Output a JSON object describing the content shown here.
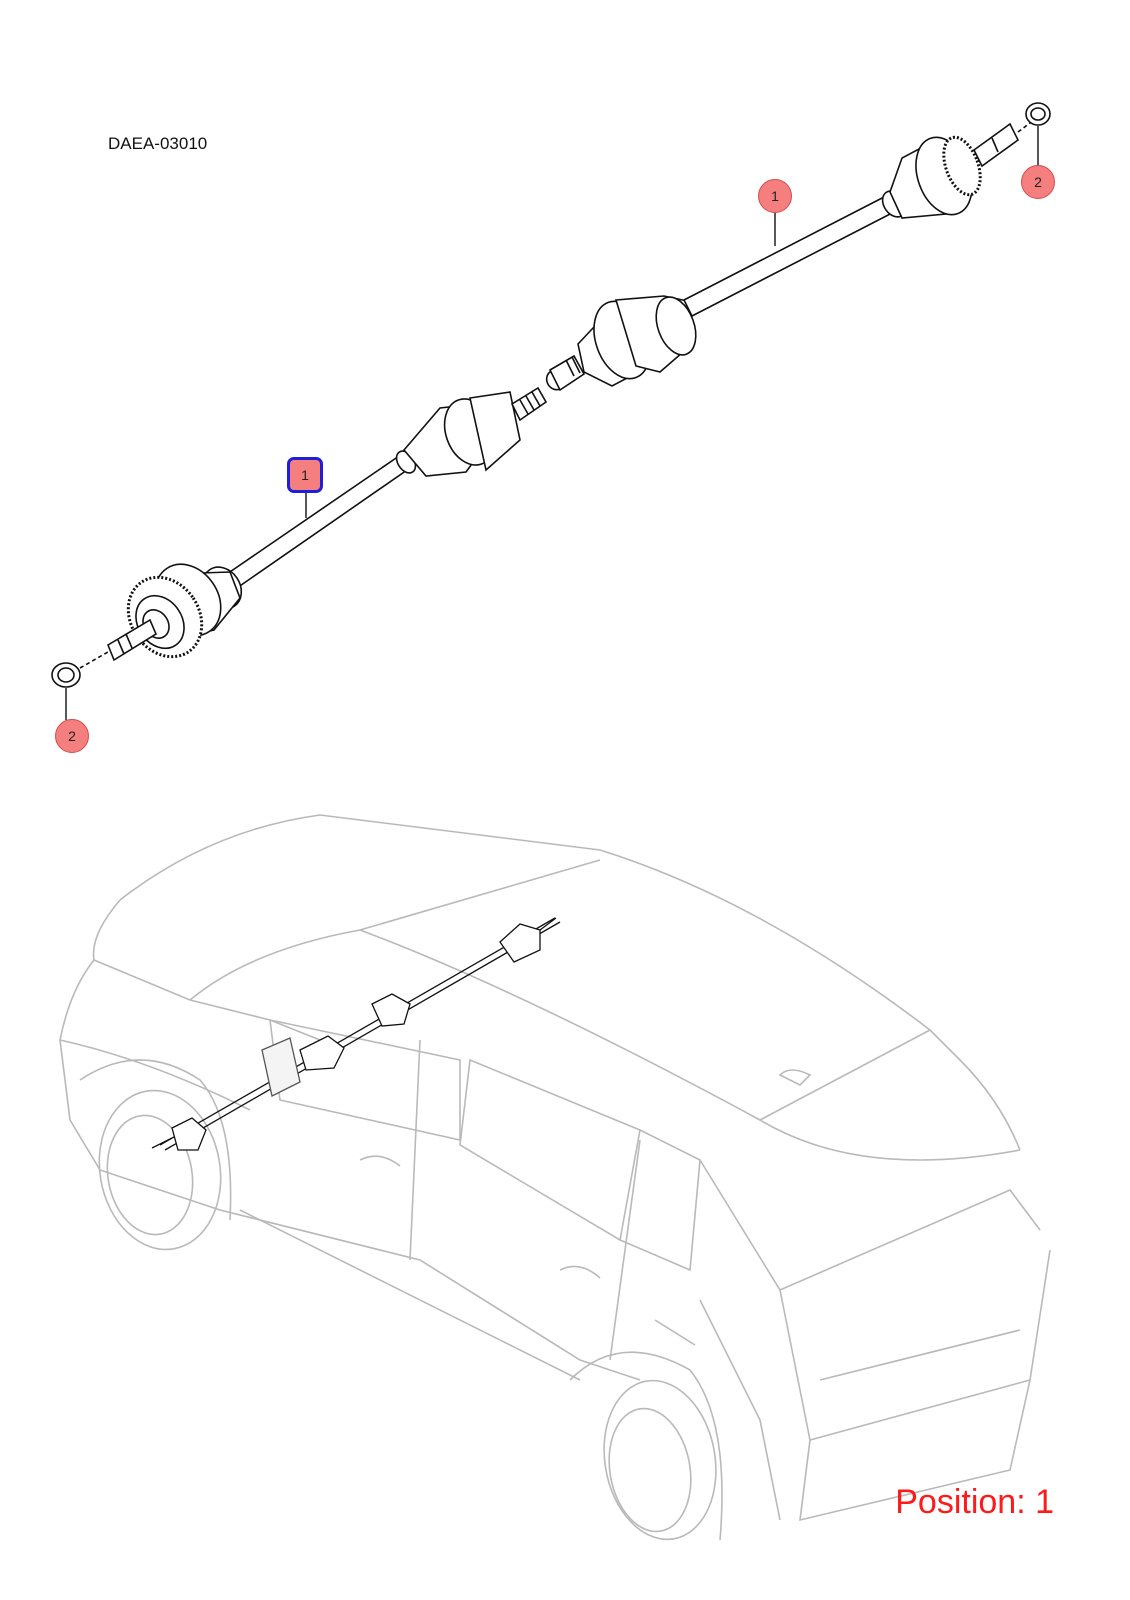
{
  "diagram": {
    "code": "DAEA-03010",
    "position_text": "Position: 1",
    "accent_color": "#ff1a1a",
    "callout_color": "#f57f7f",
    "selected_outline_color": "#1d20d8",
    "callouts": [
      {
        "label": "1",
        "selected": true
      },
      {
        "label": "1",
        "selected": false
      },
      {
        "label": "2",
        "selected": false
      },
      {
        "label": "2",
        "selected": false
      }
    ]
  }
}
